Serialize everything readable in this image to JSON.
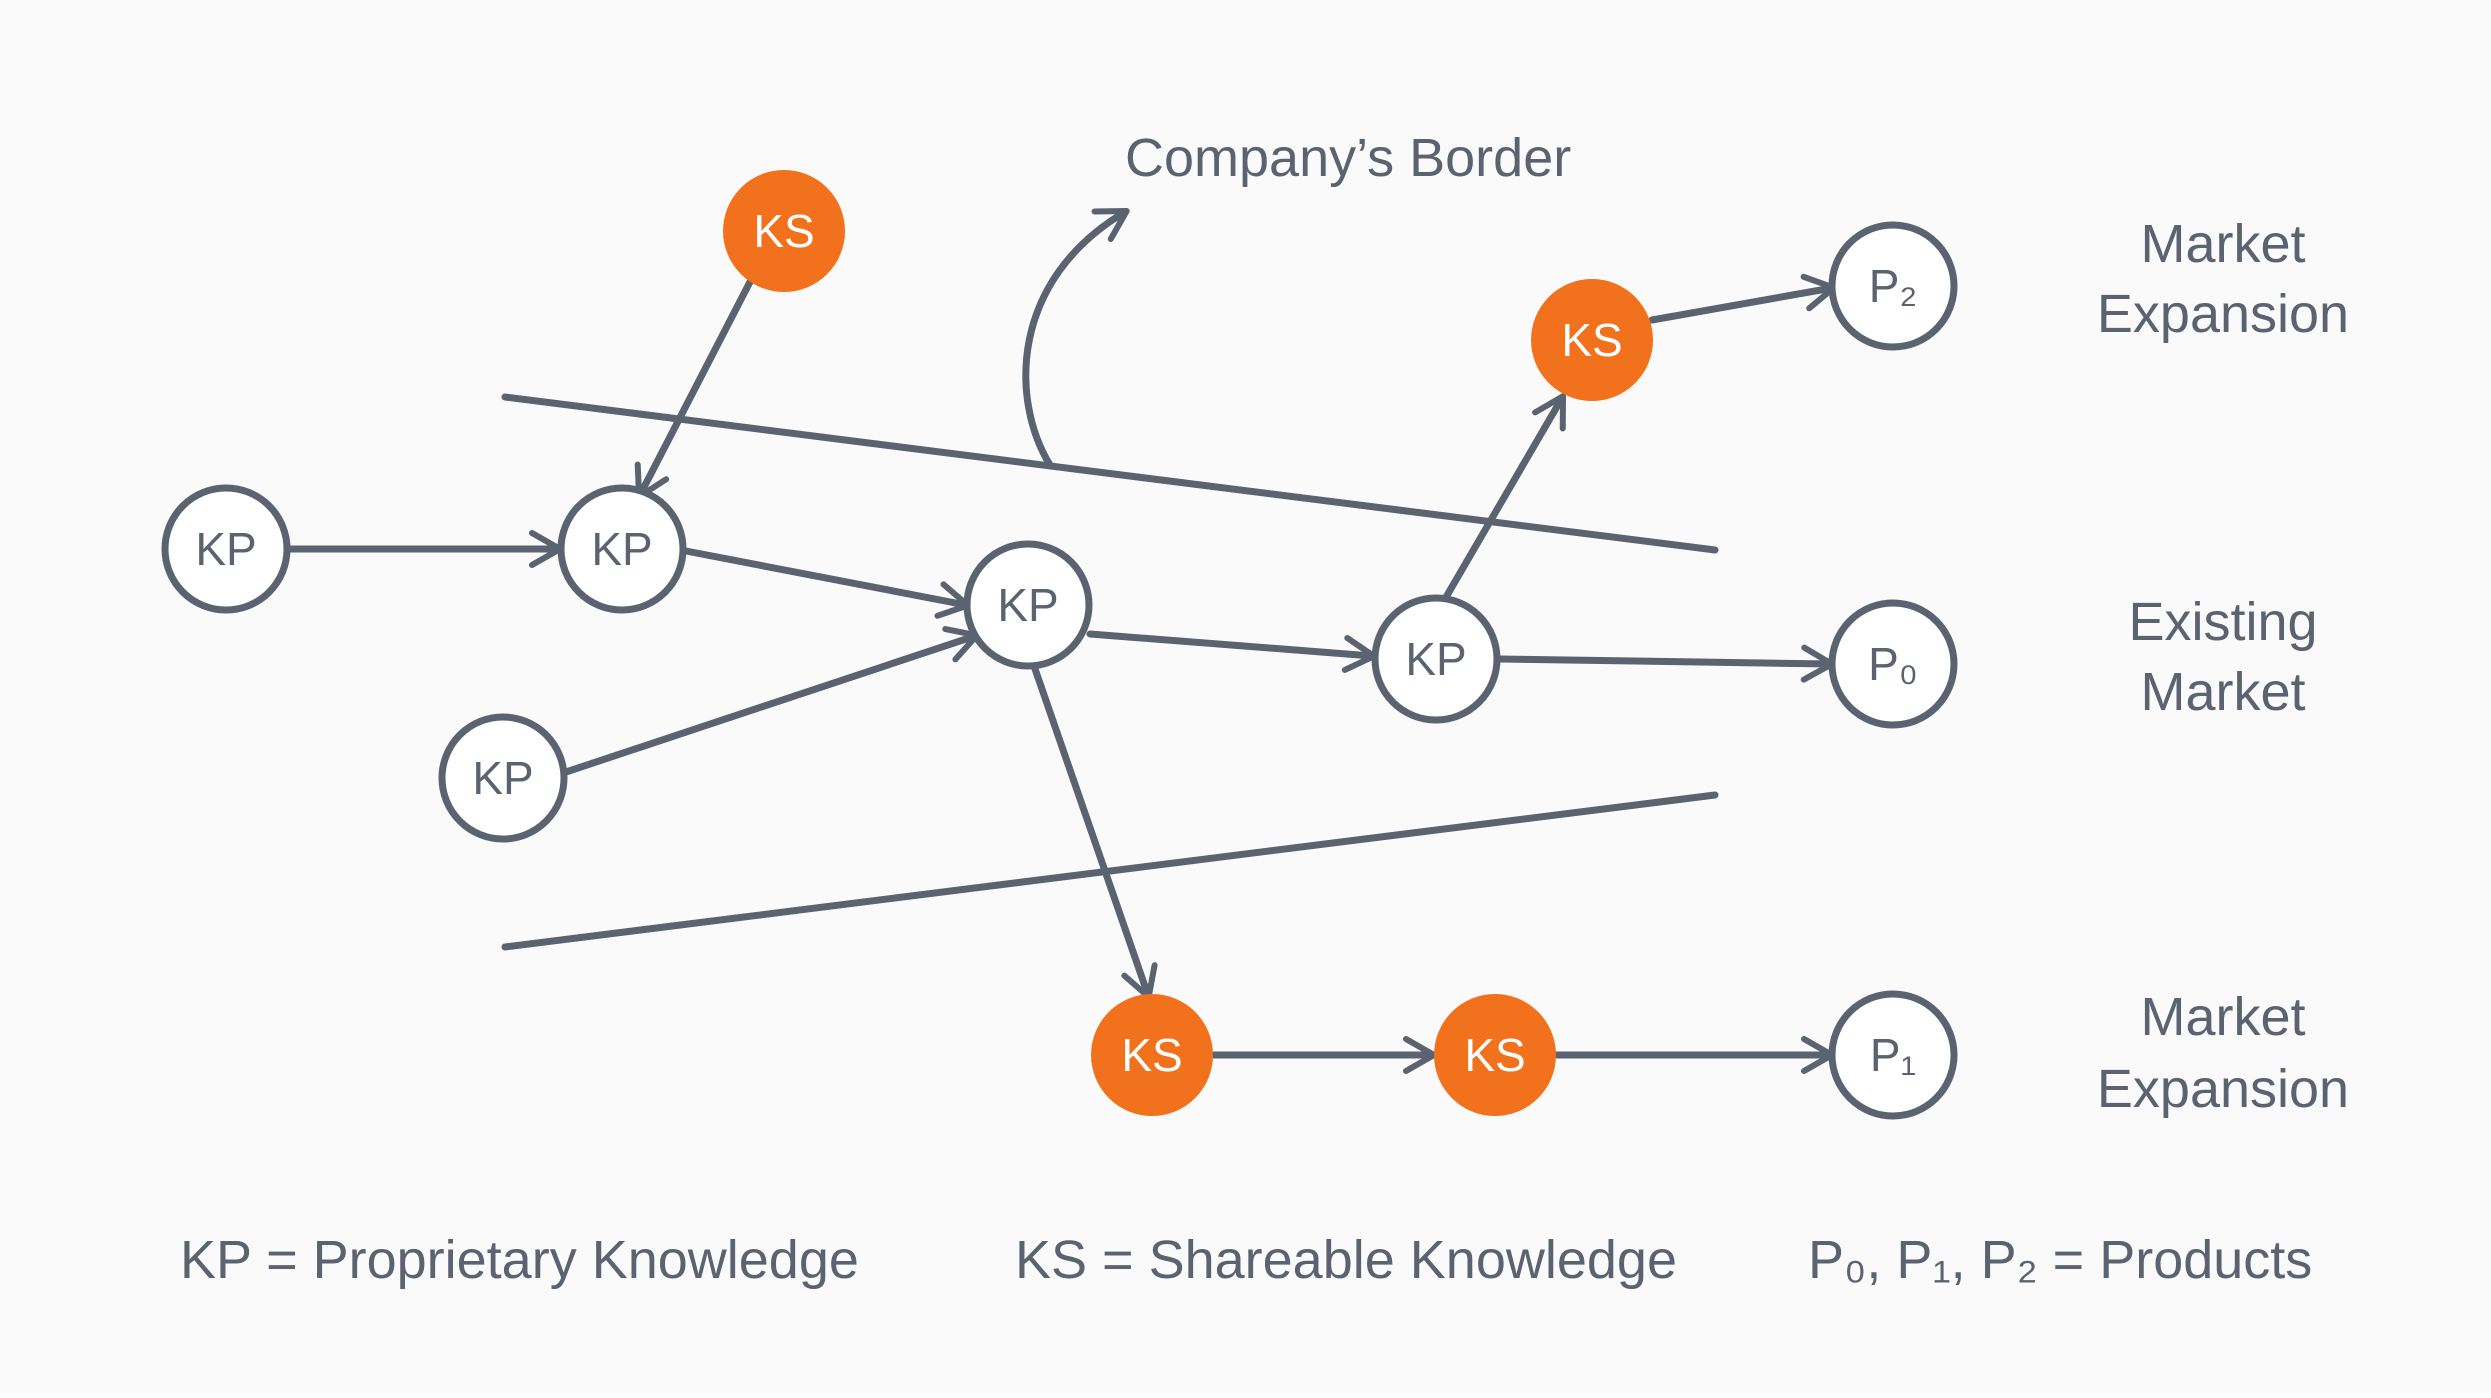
{
  "title": "Company’s Border",
  "colors": {
    "stroke": "#5b6270",
    "shareable": "#f2711c",
    "background": "#fbfafa"
  },
  "nodes": [
    {
      "id": "kp_a",
      "type": "KP",
      "label": "KP"
    },
    {
      "id": "kp_b",
      "type": "KP",
      "label": "KP"
    },
    {
      "id": "kp_c",
      "type": "KP",
      "label": "KP"
    },
    {
      "id": "kp_d",
      "type": "KP",
      "label": "KP"
    },
    {
      "id": "kp_e",
      "type": "KP",
      "label": "KP"
    },
    {
      "id": "ks_top",
      "type": "KS",
      "label": "KS"
    },
    {
      "id": "ks_upper",
      "type": "KS",
      "label": "KS"
    },
    {
      "id": "ks_low1",
      "type": "KS",
      "label": "KS"
    },
    {
      "id": "ks_low2",
      "type": "KS",
      "label": "KS"
    },
    {
      "id": "p2",
      "type": "P",
      "label": "P₂"
    },
    {
      "id": "p0",
      "type": "P",
      "label": "P₀"
    },
    {
      "id": "p1",
      "type": "P",
      "label": "P₁"
    }
  ],
  "edges": [
    {
      "from": "kp_a",
      "to": "kp_b"
    },
    {
      "from": "ks_top",
      "to": "kp_b"
    },
    {
      "from": "kp_b",
      "to": "kp_c"
    },
    {
      "from": "kp_d",
      "to": "kp_c"
    },
    {
      "from": "kp_c",
      "to": "kp_e"
    },
    {
      "from": "kp_e",
      "to": "ks_upper"
    },
    {
      "from": "ks_upper",
      "to": "p2"
    },
    {
      "from": "kp_e",
      "to": "p0"
    },
    {
      "from": "kp_c",
      "to": "ks_low1"
    },
    {
      "from": "ks_low1",
      "to": "ks_low2"
    },
    {
      "from": "ks_low2",
      "to": "p1"
    }
  ],
  "markets": {
    "top": [
      "Market",
      "Expansion"
    ],
    "middle": [
      "Existing",
      "Market"
    ],
    "bottom": [
      "Market",
      "Expansion"
    ]
  },
  "legend": {
    "kp": "KP = Proprietary Knowledge",
    "ks": "KS = Shareable Knowledge",
    "p": "P₀, P₁, P₂ = Products"
  }
}
